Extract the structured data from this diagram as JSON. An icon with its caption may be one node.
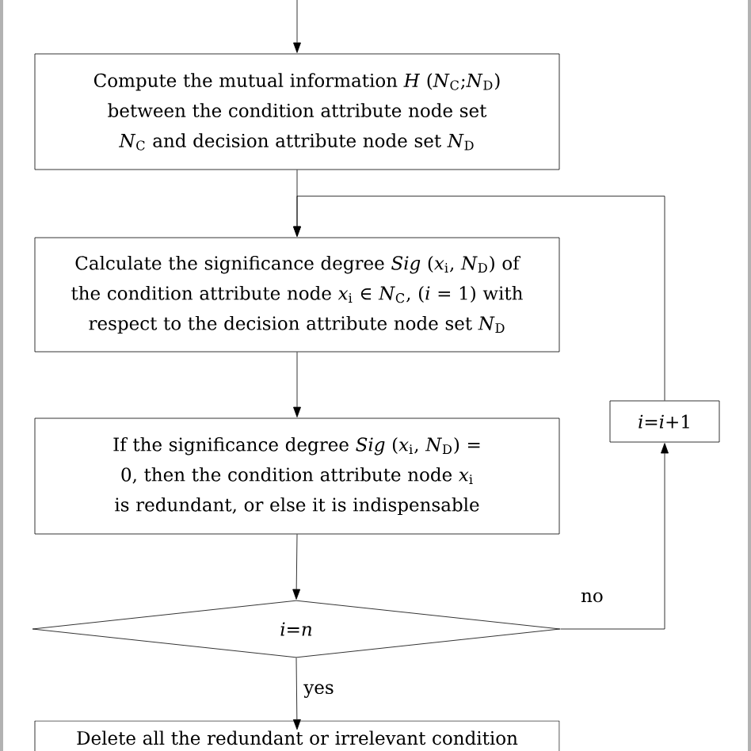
{
  "diagram": {
    "nodes": [
      {
        "text": [
          "Compute the mutual information *H* (*N*$_{C}$;*N*$_{D}$) between the condition attribute node set *N*$_{C}$ and decision attribute node set *N*$_{D}$"
        ]
      },
      {
        "text": [
          "Calculate the significance degree *Sig* (*x*$_{i}$, *N*$_{D}$) of the condition attribute node *x*$_{i}$ ∈ *N*$_{C}$, (*i* = 1) with respect to the decision attribute node set *N*$_{D}$"
        ]
      },
      {
        "text": [
          "If the significance degree *Sig* (*x*$_{i}$, *N*$_{D}$) = 0, then the condition attribute node *x*$_{i}$ is redundant, or else it is indispensable"
        ]
      },
      {
        "text": [
          "*i*=*n*"
        ]
      },
      {
        "text": [
          "*i*=*i*+1"
        ]
      },
      {
        "text": [
          "Delete all the redundant or irrelevant condition"
        ]
      }
    ],
    "edges": [
      {
        "from": null,
        "to": 0,
        "arrow": "to"
      },
      {
        "from": 0,
        "to": 1,
        "arrow": "to"
      },
      {
        "from": 1,
        "to": 2,
        "arrow": "to"
      },
      {
        "from": 2,
        "to": 3,
        "arrow": "to"
      },
      {
        "from": 3,
        "to": 5,
        "arrow": "to",
        "label": "yes"
      },
      {
        "from": 3,
        "to": 4,
        "arrow": "to",
        "label": "no"
      },
      {
        "from": 4,
        "to": 1,
        "arrow": "to"
      }
    ]
  }
}
